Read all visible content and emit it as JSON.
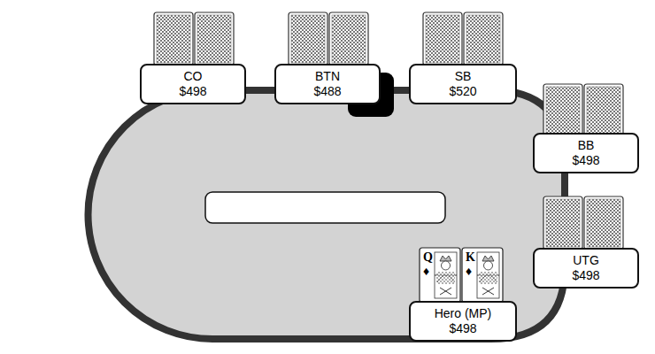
{
  "diagram": {
    "nodes": [
      {
        "text": [
          "CO",
          "$498"
        ]
      },
      {
        "text": [
          "BTN",
          "$488"
        ]
      },
      {
        "text": [
          "SB",
          "$520"
        ]
      },
      {
        "text": [
          "BB",
          "$498"
        ]
      },
      {
        "text": [
          "UTG",
          "$498"
        ]
      },
      {
        "text": [
          "Hero (MP)",
          "$498"
        ]
      }
    ],
    "labels": [
      "Q",
      "♦",
      "K",
      "♦"
    ]
  }
}
